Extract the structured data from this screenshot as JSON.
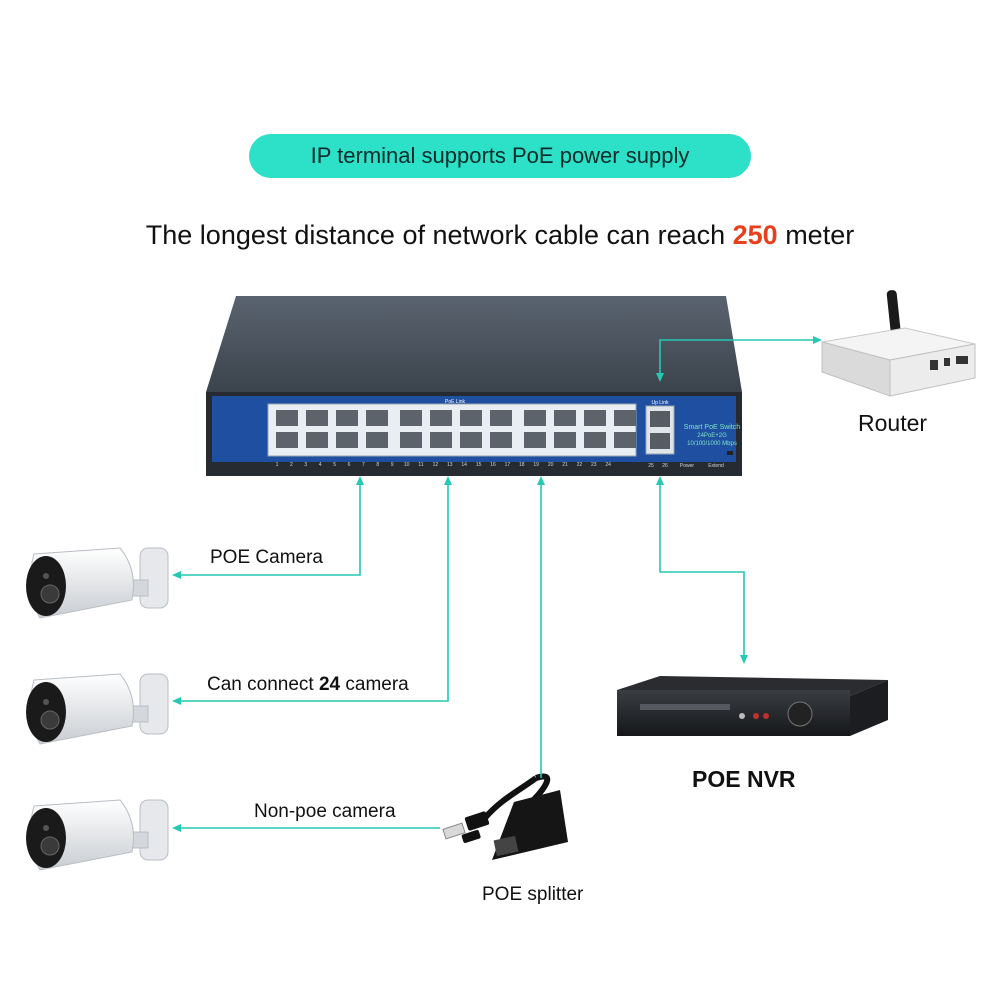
{
  "banner": {
    "text": "IP terminal supports PoE power supply"
  },
  "headline": {
    "prefix": "The longest distance of network cable can reach ",
    "number": "250",
    "suffix": " meter"
  },
  "switch": {
    "label_poe_link": "PoE  Link",
    "label_uplink": "Up  Link",
    "brand_line1": "Smart PoE Switch",
    "brand_line2": "24PoE+2G",
    "brand_line3": "10/100/1000 Mbps",
    "label_power": "Power",
    "label_extend": "Extend",
    "port_numbers": [
      "1",
      "2",
      "3",
      "4",
      "5",
      "6",
      "7",
      "8",
      "9",
      "10",
      "11",
      "12",
      "13",
      "14",
      "15",
      "16",
      "17",
      "18",
      "19",
      "20",
      "21",
      "22",
      "23",
      "24"
    ],
    "uplink_numbers": [
      "25",
      "26"
    ]
  },
  "devices": {
    "router": "Router",
    "poe_camera": "POE Camera",
    "connect_prefix": "Can connect ",
    "connect_number": "24",
    "connect_suffix": " camera",
    "non_poe_camera": "Non-poe camera",
    "poe_splitter": "POE splitter",
    "poe_nvr": "POE NVR"
  },
  "colors": {
    "accent_teal": "#2de0c8",
    "line_teal": "#25c9b4",
    "highlight_orange": "#e8401c",
    "switch_blue": "#1f4fa0"
  }
}
